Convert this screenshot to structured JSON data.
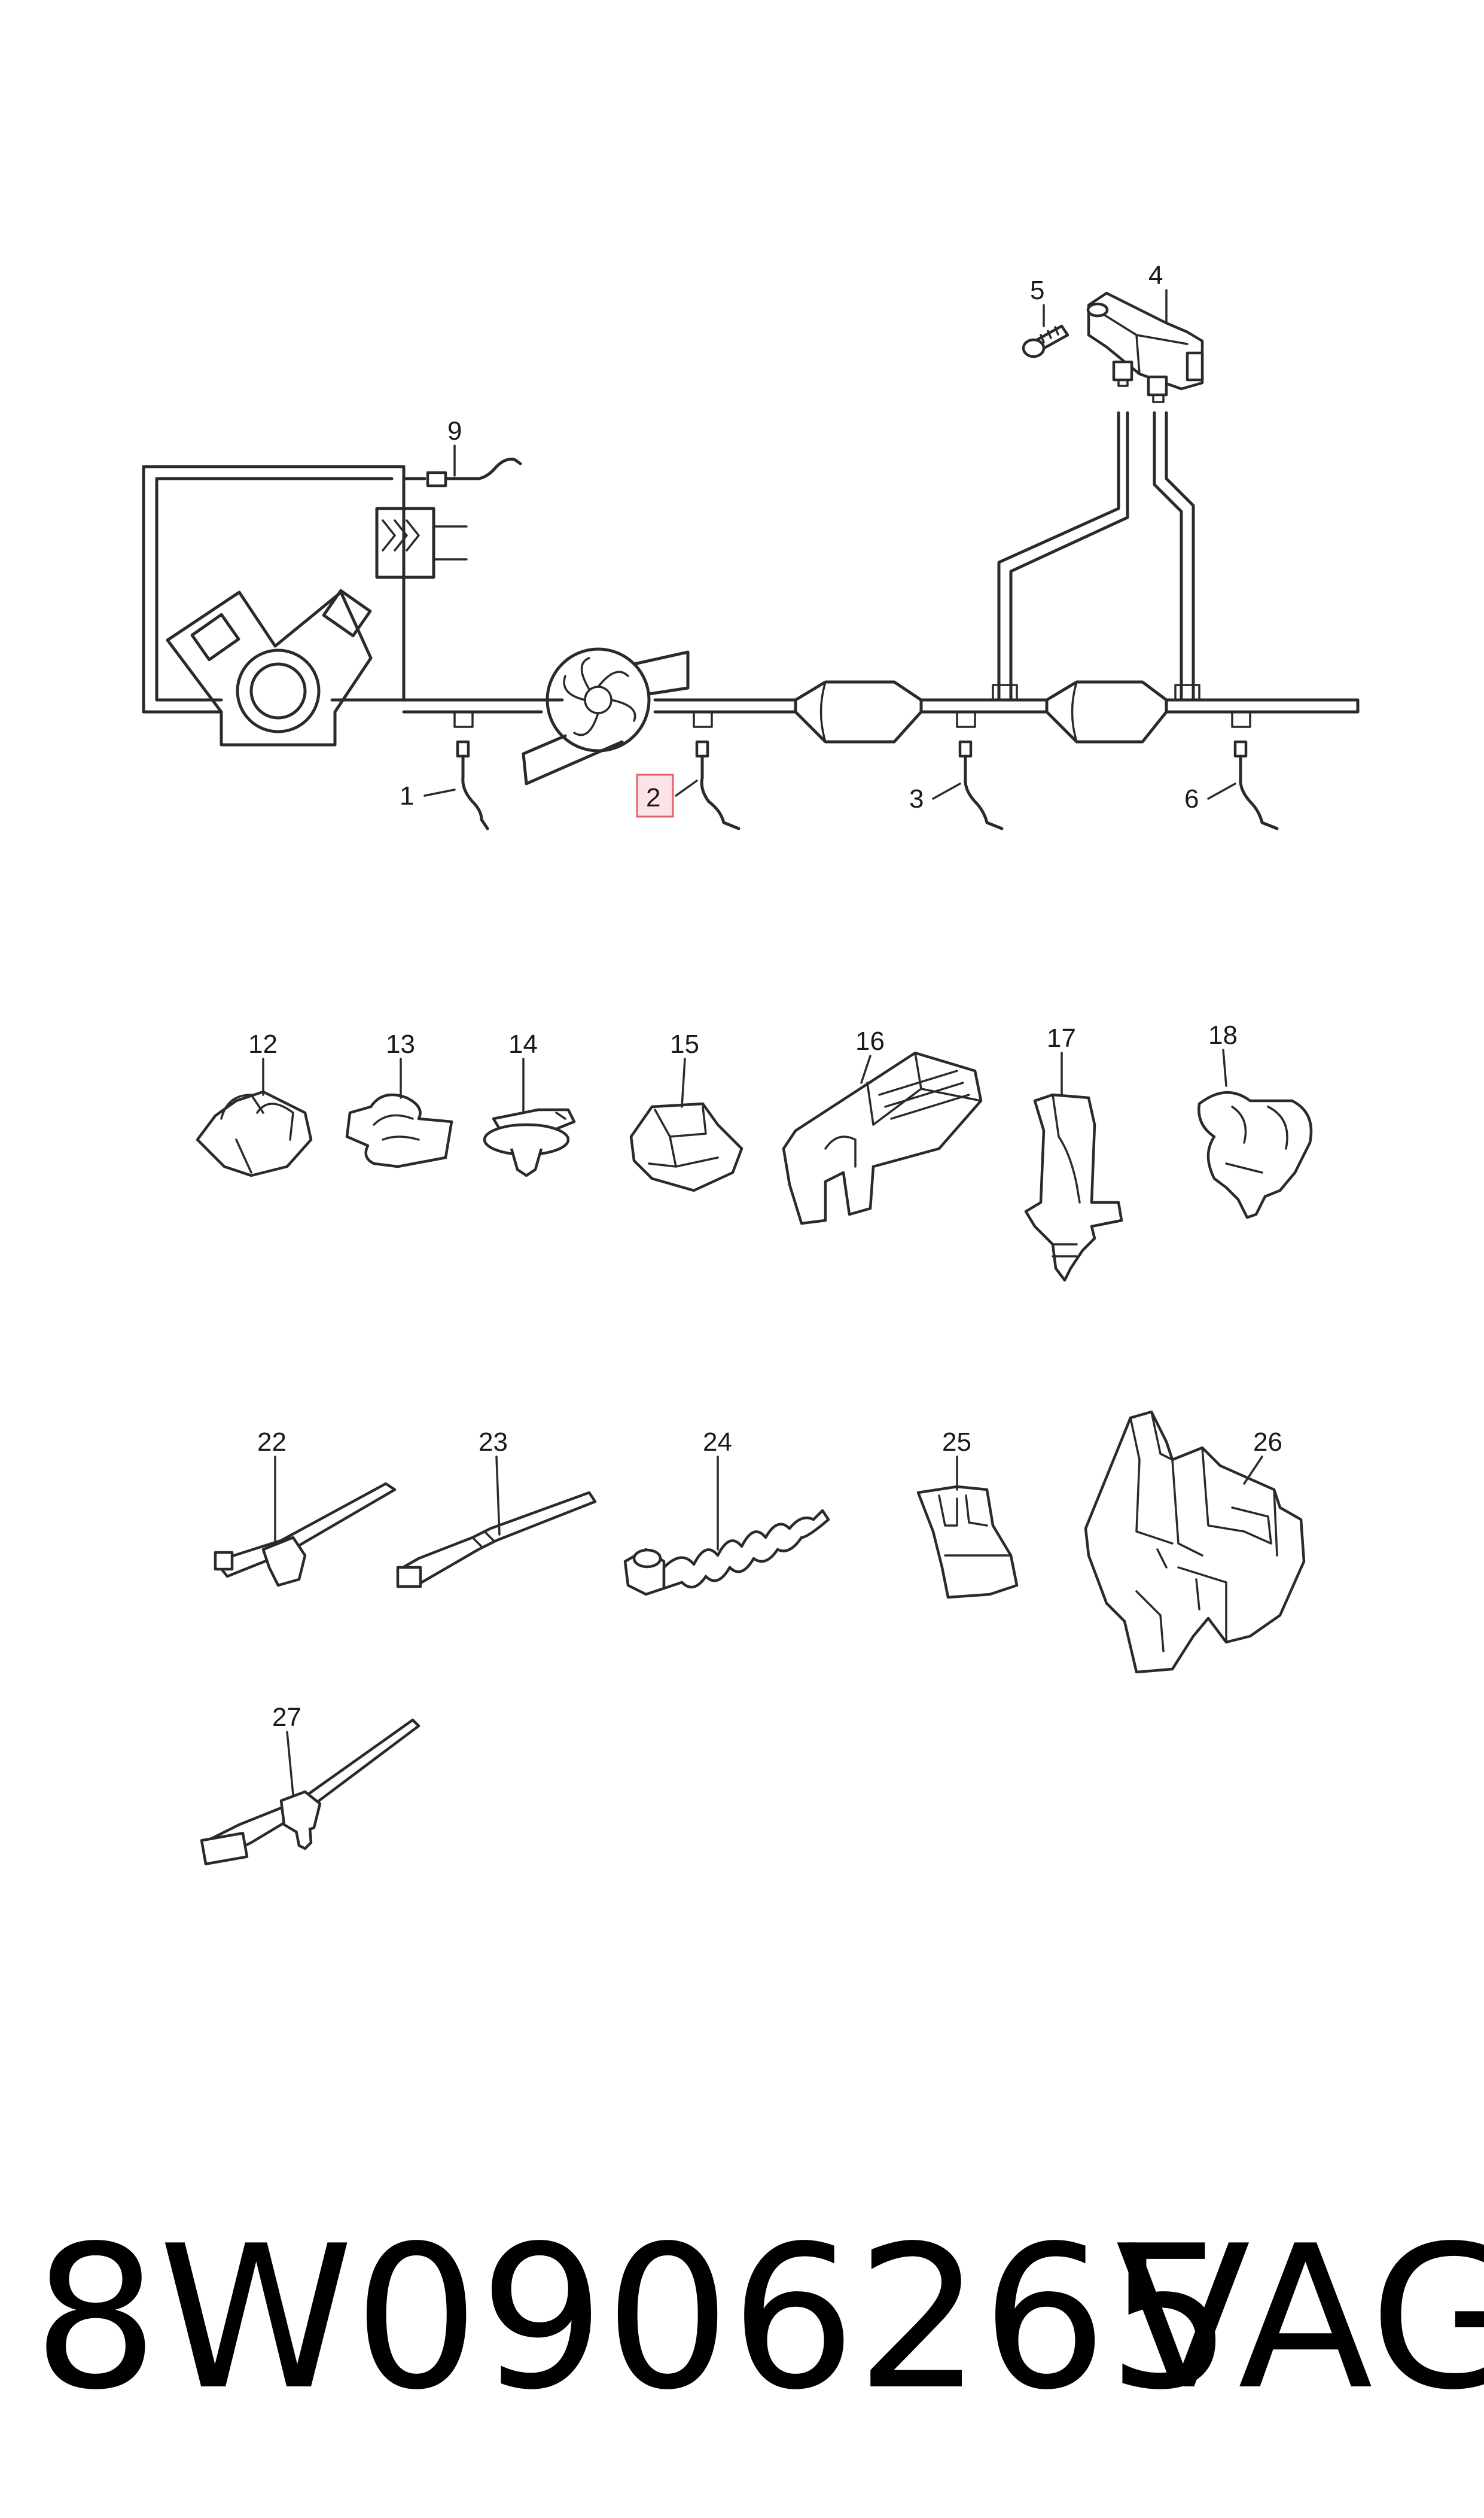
{
  "callouts": {
    "c1": "1",
    "c2": "2",
    "c3": "3",
    "c4": "4",
    "c5": "5",
    "c6": "6",
    "c9": "9",
    "c12": "12",
    "c13": "13",
    "c14": "14",
    "c15": "15",
    "c16": "16",
    "c17": "17",
    "c18": "18",
    "c22": "22",
    "c23": "23",
    "c24": "24",
    "c25": "25",
    "c26": "26",
    "c27": "27"
  },
  "highlighted_callout": "2",
  "highlight_color": "#e06070",
  "footer": {
    "part_number": "8W0906265",
    "brand": "VAG"
  }
}
